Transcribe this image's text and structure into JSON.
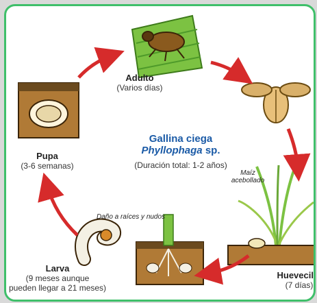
{
  "title": "Gallina ciega",
  "species_name": "Phyllophaga",
  "species_suffix": "sp.",
  "total_duration": "(Duración total: 1-2 años)",
  "stages": {
    "adult": {
      "name": "Adulto",
      "duration": "(Varios días)"
    },
    "egg": {
      "name": "Huevecillo",
      "duration": "(7 días)"
    },
    "larva": {
      "name": "Larva",
      "duration_line1": "(9 meses aunque",
      "duration_line2": "pueden llegar a 21 meses)"
    },
    "pupa": {
      "name": "Pupa",
      "duration": "(3-6 semanas)"
    }
  },
  "notes": {
    "corn_line1": "Maíz",
    "corn_line2": "acebollado",
    "damage": "Daño a raíces y nudos"
  },
  "colors": {
    "border": "#3fbf6a",
    "title": "#1a5aa6",
    "arrow": "#d62b2b",
    "soil": "#6b4a1e",
    "leaf": "#7cc242"
  }
}
